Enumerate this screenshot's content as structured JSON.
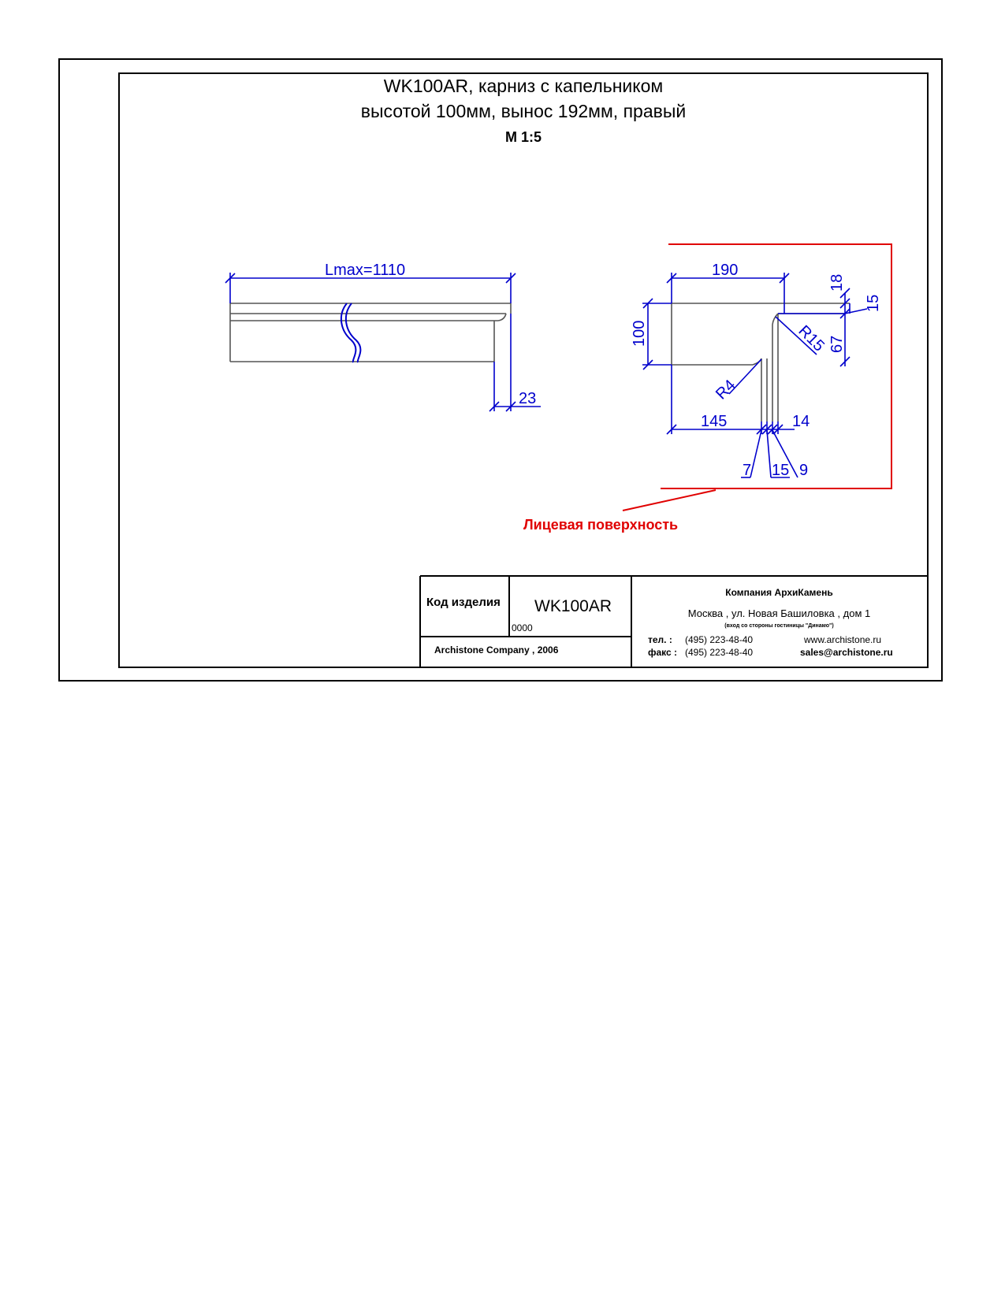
{
  "title": {
    "line1": "WK100AR, карниз с капельником",
    "line2": "высотой 100мм, вынос 192мм, правый",
    "scale": "М 1:5"
  },
  "dimensions": {
    "lmax": "Lmax=1110",
    "d23": "23",
    "d190": "190",
    "d18": "18",
    "d15_right": "15",
    "d100": "100",
    "r15": "R15",
    "d67": "67",
    "r4": "R4",
    "d145": "145",
    "d14": "14",
    "d7": "7",
    "d15_bottom": "15",
    "d9": "9"
  },
  "face_label": "Лицевая поверхность",
  "title_block": {
    "code_label": "Код изделия",
    "code_value": "WK100AR",
    "code_sub": "0000",
    "company_line": "Archistone  Company ,  2006",
    "company_name": "Компания  АрхиКамень",
    "address": "Москва , ул. Новая Башиловка , дом 1",
    "address_note": "(вход со стороны гостиницы \"Динамо\")",
    "tel_label": "тел.   :",
    "tel": "(495) 223-48-40",
    "fax_label": "факс :",
    "fax": "(495) 223-48-40",
    "website": "www.archistone.ru",
    "email": "sales@archistone.ru"
  },
  "colors": {
    "dimension": "#0000cc",
    "face_line": "#e00000",
    "outline": "#555555"
  }
}
